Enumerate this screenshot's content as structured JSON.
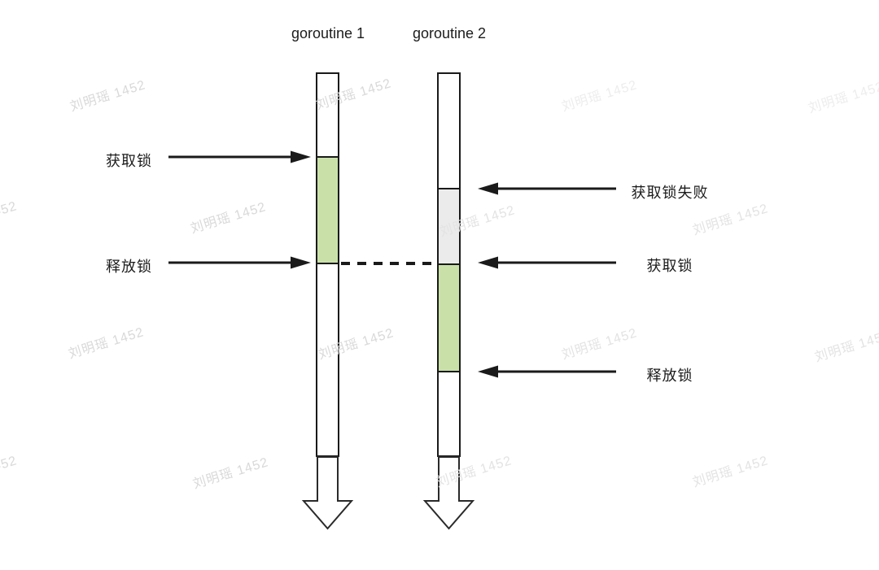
{
  "diagram": {
    "titles": {
      "goroutine1": "goroutine 1",
      "goroutine2": "goroutine 2"
    },
    "annotations": {
      "left": [
        {
          "label": "获取锁"
        },
        {
          "label": "释放锁"
        }
      ],
      "right": [
        {
          "label": "获取锁失败"
        },
        {
          "label": "获取锁"
        },
        {
          "label": "释放锁"
        }
      ]
    },
    "watermark": {
      "text": "刘明瑶 1452"
    },
    "colors": {
      "lock_held_green": "#c9e1a8",
      "blocked_gray": "#ebebeb",
      "line_black": "#1a1a1a",
      "watermark_gray": "#d9d9d9"
    }
  }
}
